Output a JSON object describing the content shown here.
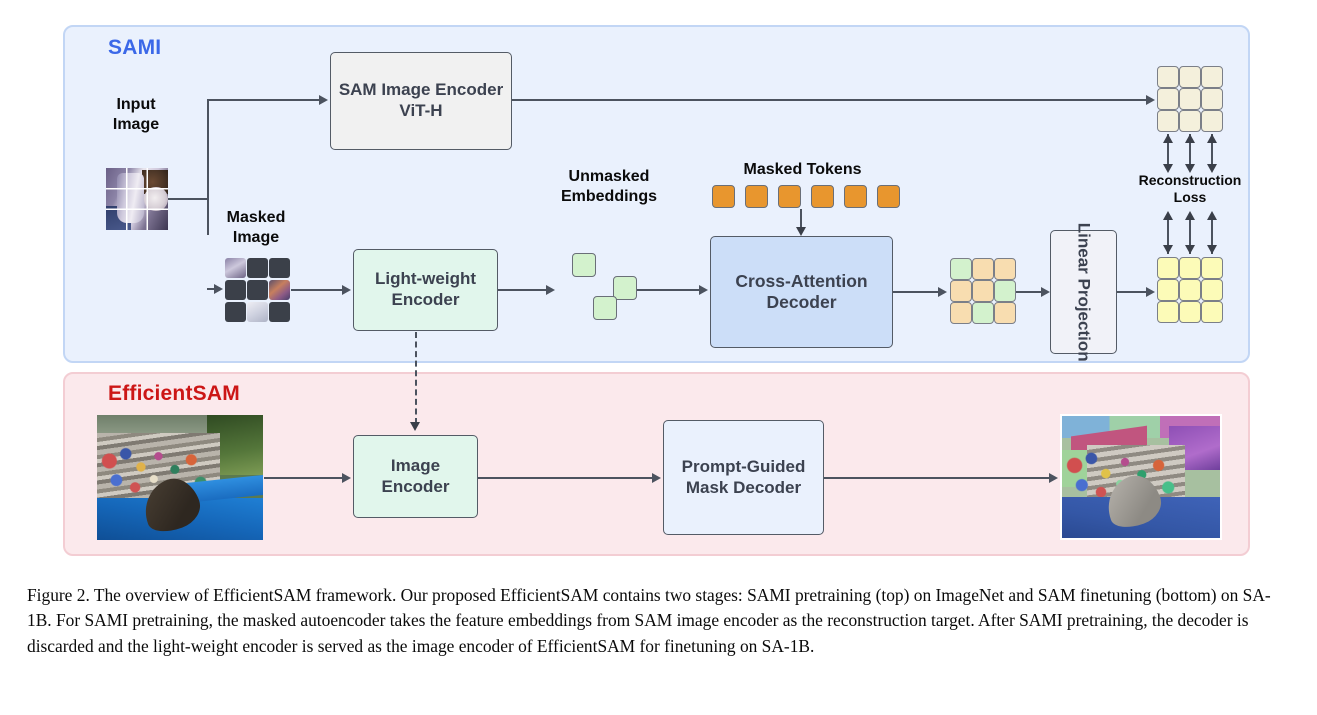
{
  "figure": {
    "caption": "Figure 2. The overview of EfficientSAM framework. Our proposed EfficientSAM contains two stages: SAMI pretraining (top) on ImageNet and SAM finetuning (bottom) on SA-1B. For SAMI pretraining, the masked autoencoder takes the feature embeddings from SAM image encoder as the reconstruction target. After SAMI pretraining, the decoder is discarded and the light-weight encoder is served as the image encoder of EfficientSAM for finetuning on SA-1B."
  },
  "panels": {
    "sami": {
      "title": "SAMI",
      "title_color": "#3b68e8",
      "background": "#eaf1fd",
      "border": "#c2d6f5"
    },
    "efficientsam": {
      "title": "EfficientSAM",
      "title_color": "#cc1616",
      "background": "#fbe9ec",
      "border": "#f3cdd3"
    }
  },
  "sami": {
    "input_image_label": "Input\nImage",
    "masked_image_label": "Masked\nImage",
    "sam_encoder_label": "SAM Image\nEncoder ViT-H",
    "light_encoder_label": "Light-weight\nEncoder",
    "unmasked_embeddings_label": "Unmasked\nEmbeddings",
    "masked_tokens_label": "Masked Tokens",
    "cross_attention_label": "Cross-Attention\nDecoder",
    "linear_projection_label": "Linear\nProjection",
    "reconstruction_loss_label": "Reconstruction\nLoss",
    "masked_token_count": 6,
    "unmasked_embedding_count": 3,
    "target_grid_colors": [
      [
        "cream",
        "cream",
        "cream"
      ],
      [
        "cream",
        "cream",
        "cream"
      ],
      [
        "cream",
        "cream",
        "cream"
      ]
    ],
    "output_grid_colors": [
      [
        "yellow",
        "yellow",
        "yellow"
      ],
      [
        "yellow",
        "yellow",
        "yellow"
      ],
      [
        "yellow",
        "yellow",
        "yellow"
      ]
    ],
    "decoder_output_grid_colors": [
      [
        "green",
        "tan",
        "tan"
      ],
      [
        "tan",
        "tan",
        "green"
      ],
      [
        "tan",
        "green",
        "tan"
      ]
    ],
    "masked_image_cells": [
      [
        "visible",
        "masked",
        "masked"
      ],
      [
        "masked",
        "masked",
        "visible"
      ],
      [
        "masked",
        "visible",
        "masked"
      ]
    ]
  },
  "efficientsam": {
    "image_encoder_label": "Image\nEncoder",
    "mask_decoder_label": "Prompt-Guided\nMask Decoder",
    "input_photo_name": "sea-lion-show-photo",
    "output_photo_name": "segmented-sea-lion-show-photo"
  },
  "colors": {
    "token_orange": "#e8962e",
    "embedding_green": "#d3f2cd",
    "target_cream": "#f4f0dc",
    "output_yellow": "#fcfbb8",
    "mixed_tan": "#f8ddb0",
    "line": "#4c535f",
    "box_text": "#3c4250",
    "encoder_box": "#e1f6ec",
    "decoder_box": "#ccdef8",
    "sam_box": "#f1f1f1"
  }
}
